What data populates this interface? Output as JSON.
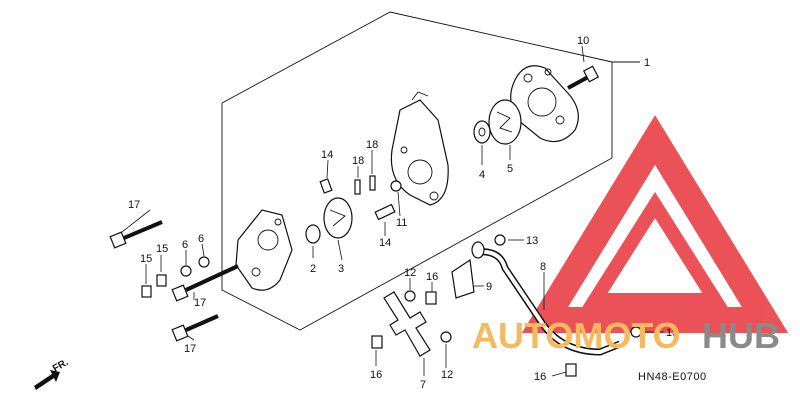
{
  "diagram": {
    "callouts": [
      {
        "id": "c1",
        "text": "1"
      },
      {
        "id": "c10",
        "text": "10"
      },
      {
        "id": "c5",
        "text": "5"
      },
      {
        "id": "c4",
        "text": "4"
      },
      {
        "id": "c14a",
        "text": "14"
      },
      {
        "id": "c18a",
        "text": "18"
      },
      {
        "id": "c18b",
        "text": "18"
      },
      {
        "id": "c11",
        "text": "11"
      },
      {
        "id": "c14b",
        "text": "14"
      },
      {
        "id": "c17a",
        "text": "17"
      },
      {
        "id": "c15a",
        "text": "15"
      },
      {
        "id": "c15b",
        "text": "15"
      },
      {
        "id": "c6a",
        "text": "6"
      },
      {
        "id": "c6b",
        "text": "6"
      },
      {
        "id": "c2",
        "text": "2"
      },
      {
        "id": "c3",
        "text": "3"
      },
      {
        "id": "c17b",
        "text": "17"
      },
      {
        "id": "c17c",
        "text": "17"
      },
      {
        "id": "c13a",
        "text": "13"
      },
      {
        "id": "c8",
        "text": "8"
      },
      {
        "id": "c12a",
        "text": "12"
      },
      {
        "id": "c16a",
        "text": "16"
      },
      {
        "id": "c9",
        "text": "9"
      },
      {
        "id": "c13b",
        "text": "13"
      },
      {
        "id": "c16b",
        "text": "16"
      },
      {
        "id": "c7",
        "text": "7"
      },
      {
        "id": "c12b",
        "text": "12"
      },
      {
        "id": "c16c",
        "text": "16"
      }
    ],
    "diagram_code": "HN48-E0700",
    "front_marker": "FR."
  },
  "watermark": {
    "word_a": "AUTOMOTO",
    "word_b": "HUB",
    "color_a": "#f5b95e",
    "color_b": "#8a8a8a",
    "logo_color": "#e8353a"
  }
}
